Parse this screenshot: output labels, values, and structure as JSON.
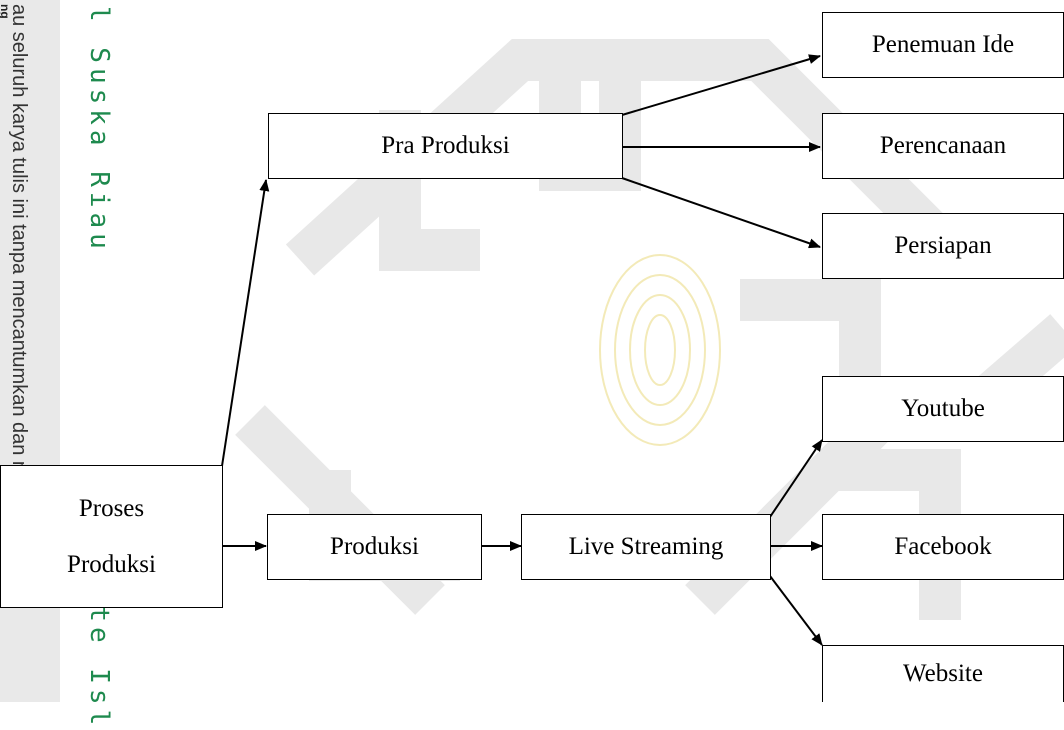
{
  "diagram": {
    "nodes": {
      "proses_line1": "Proses",
      "proses_line2": "Produksi",
      "pra_produksi": "Pra Produksi",
      "produksi": "Produksi",
      "live_streaming": "Live Streaming",
      "penemuan_ide": "Penemuan Ide",
      "perencanaan": "Perencanaan",
      "persiapan": "Persiapan",
      "youtube": "Youtube",
      "facebook": "Facebook",
      "website": "Website"
    },
    "edges": [
      [
        "proses_produksi",
        "pra_produksi"
      ],
      [
        "proses_produksi",
        "produksi"
      ],
      [
        "pra_produksi",
        "penemuan_ide"
      ],
      [
        "pra_produksi",
        "perencanaan"
      ],
      [
        "pra_produksi",
        "persiapan"
      ],
      [
        "produksi",
        "live_streaming"
      ],
      [
        "live_streaming",
        "youtube"
      ],
      [
        "live_streaming",
        "facebook"
      ],
      [
        "live_streaming",
        "website"
      ]
    ]
  },
  "watermark": {
    "side_small": "ng",
    "side_text": "au seluruh karya tulis ini tanpa mencantumkan dan menyebutkan",
    "side_green_top": "l Suska Riau",
    "side_green_bottom": "tate Isl"
  }
}
